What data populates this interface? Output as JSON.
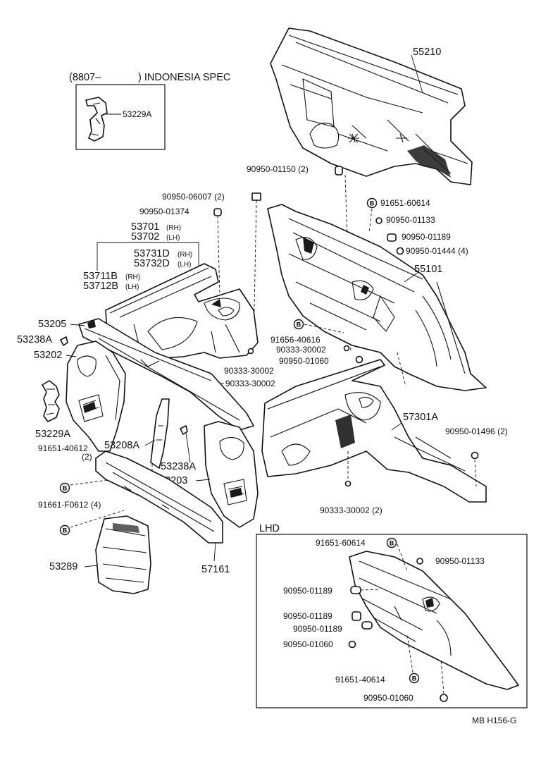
{
  "indonesia_box": {
    "header_code": "(8807–",
    "header_rest": ") INDONESIA  SPEC",
    "part": "53229A"
  },
  "lhd_box": {
    "title": "LHD"
  },
  "footer_code": "MB  H156-G",
  "bolt_marker": "B",
  "labels": {
    "p55210": "55210",
    "p90950_01150": "90950-01150 (2)",
    "p90950_06007": "90950-06007 (2)",
    "p90950_01374": "90950-01374",
    "p53701": "53701",
    "p53701_side": "(RH)",
    "p53702": "53702",
    "p53702_side": "(LH)",
    "p53731D": "53731D",
    "p53731D_side": "(RH)",
    "p53732D": "53732D",
    "p53732D_side": "(LH)",
    "p53711B": "53711B",
    "p53711B_side": "(RH)",
    "p53712B": "53712B",
    "p53712B_side": "(LH)",
    "p53205": "53205",
    "p53238A_top": "53238A",
    "p53202": "53202",
    "p53229A": "53229A",
    "p91651_40612": "91651-40612",
    "p91651_40612_qty": "(2)",
    "p53208A": "53208A",
    "p53238A_mid": "53238A",
    "p53203": "53203",
    "p91661_F0612": "91661-F0612 (4)",
    "p53289": "53289",
    "p57161": "57161",
    "p90333_30002_a": "90333-30002",
    "p90333_30002_b": "90333-30002",
    "p91651_60614": "91651-60614",
    "p90950_01133": "90950-01133",
    "p90950_01189": "90950-01189",
    "p90950_01444": "90950-01444 (4)",
    "p55101": "55101",
    "p91656_40616": "91656-40616",
    "p90333_30002_c": "90333-30002",
    "p90950_01060": "90950-01060",
    "p57301A": "57301A",
    "p90950_01496": "90950-01496 (2)",
    "p90333_30002_d": "90333-30002 (2)",
    "lhd_91651_60614": "91651-60614",
    "lhd_90950_01133": "90950-01133",
    "lhd_90950_01189_a": "90950-01189",
    "lhd_90950_01189_b": "90950-01189",
    "lhd_90950_01189_c": "90950-01189",
    "lhd_90950_01060_a": "90950-01060",
    "lhd_91651_40614": "91651-40614",
    "lhd_90950_01060_b": "90950-01060"
  }
}
